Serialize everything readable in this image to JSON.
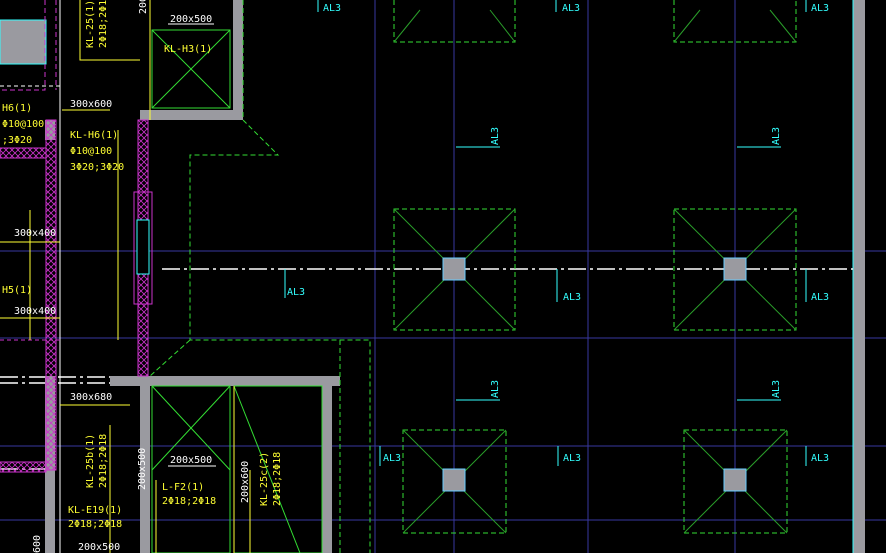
{
  "labels": {
    "al3": "AL3",
    "kl_25_1": "KL-25(1)",
    "rebar_2_18_2_18": "2Φ18;2Φ18",
    "size_200x500": "200x500",
    "kl_h3_1": "KL-H3(1)",
    "kl_h6_1": "KL-H6(1)",
    "h6_1": "H6(1)",
    "h5_1": "H5(1)",
    "size_300x600": "300x600",
    "size_300x400": "300x400",
    "size_300x680": "300x680",
    "stirrup_10_100": "Φ10@100",
    "bars_3_20_3_20": "3Φ20;3Φ20",
    "bars_3_20": ";3Φ20",
    "kl_25b_1": "KL-25b(1)",
    "kl_25c_2": "KL-25c(2)",
    "l_f2_1": "L-F2(1)",
    "kl_e19_1": "KL-E19(1)",
    "size_200x600": "200x600",
    "num_600": "600",
    "num_200x": "200x"
  },
  "colors": {
    "background": "#000000",
    "grid_axis": "#3838a0",
    "pile_cap": "#33dd33",
    "beam_text": "#ffff33",
    "annotation": "#33ffff",
    "wall": "#9a9aa0",
    "hatch": "#cc33cc",
    "centerline": "#ffffff"
  }
}
